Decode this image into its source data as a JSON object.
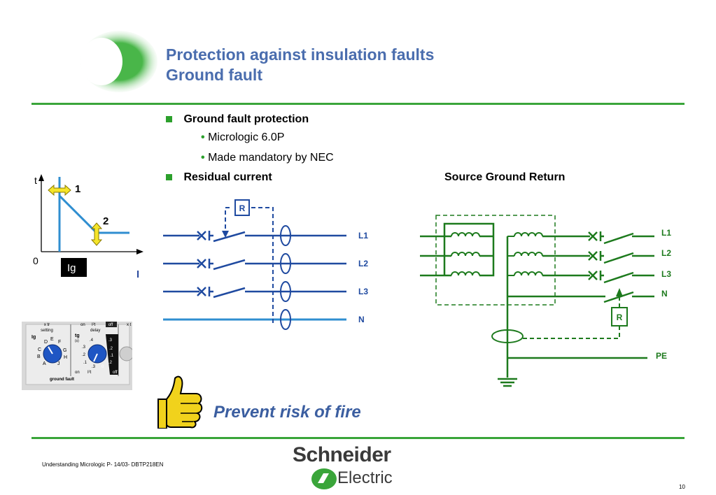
{
  "slide": {
    "title_line1": "Protection against insulation faults",
    "title_line2": "Ground fault",
    "bullets": [
      {
        "label": "Ground fault protection",
        "sub": [
          "Micrologic 6.0P",
          "Made mandatory by NEC"
        ]
      },
      {
        "label": "Residual current",
        "sub": []
      }
    ],
    "source_ground_return_label": "Source Ground Return",
    "slogan": "Prevent risk of fire",
    "footer": "Understanding Micrologic P- 14/03- DBTP218EN",
    "page_number": "10"
  },
  "trip_curve": {
    "t_axis": "t",
    "i_axis": "I",
    "origin": "0",
    "ig_label": "Ig",
    "marker1": "1",
    "marker2": "2"
  },
  "dial_panel": {
    "x_tr_left": "x tr",
    "setting": "setting",
    "on_label": "on",
    "it_label": "I²t",
    "off_label": "off",
    "delay": "delay",
    "x_tr_right": "x t",
    "ig": "Ig",
    "tg": "tg",
    "tg_unit": "(s)",
    "letters": [
      "D",
      "E",
      "F",
      "C",
      "G",
      "B",
      "H",
      "A",
      "J"
    ],
    "delay_values": [
      ".4",
      ".3",
      ".3",
      ".2",
      ".2",
      ".1",
      ".1",
      ".2",
      ".3",
      "0"
    ],
    "bottom_on": "on",
    "bottom_it": "I²t",
    "bottom_off": "off",
    "caption": "ground fault"
  },
  "residual_diagram": {
    "relay": "R",
    "lines": [
      "L1",
      "L2",
      "L3",
      "N"
    ]
  },
  "sgr_diagram": {
    "relay": "R",
    "lines": [
      "L1",
      "L2",
      "L3",
      "N",
      "PE"
    ]
  },
  "logo": {
    "line1": "Schneider",
    "line2": "Electric"
  },
  "colors": {
    "accent_green": "#3aa53a",
    "title_blue": "#4a6dae",
    "circuit_blue": "#1f4aa0",
    "circuit_green": "#1d7a1d"
  }
}
